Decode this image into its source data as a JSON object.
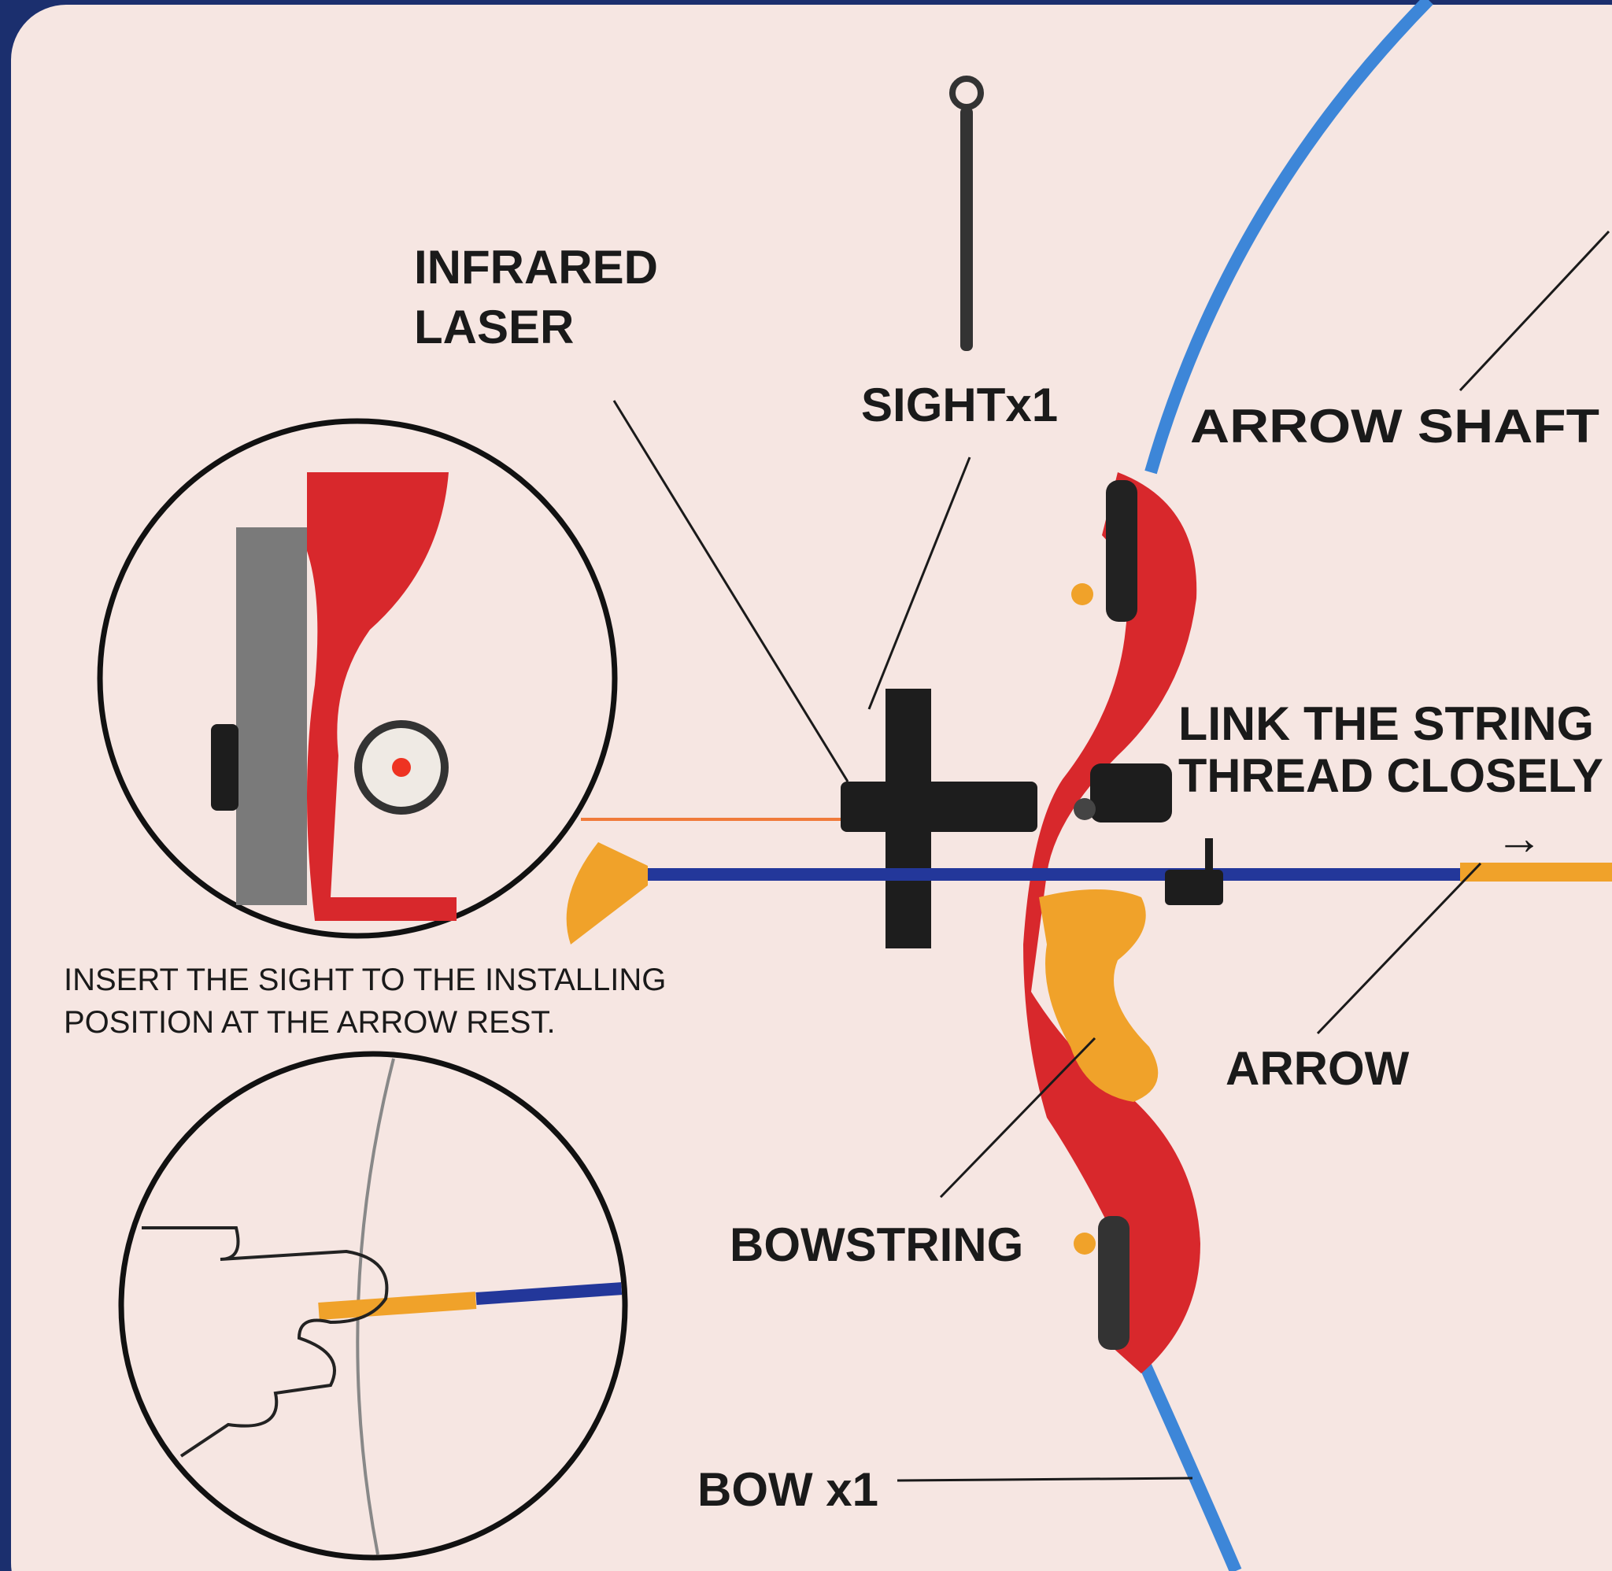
{
  "labels": {
    "infrared_line1": "INFRARED",
    "infrared_line2": "LASER",
    "sight": "SIGHTx1",
    "arrow_shaft": "ARROW SHAFT",
    "link_line1": "LINK THE STRING",
    "link_line2": "THREAD CLOSELY",
    "link_arrow": "→",
    "arrow": "ARROW",
    "bowstring": "BOWSTRING",
    "bow": "BOW x1"
  },
  "instruction": {
    "line1": "INSERT THE SIGHT TO THE INSTALLING",
    "line2": "POSITION AT THE ARROW REST."
  },
  "colors": {
    "panel": "#f6e6e2",
    "border": "#1b2f6e",
    "limb": "#3d86d8",
    "riser": "#d8282c",
    "grip": "#f0a22a",
    "shaft": "#23379a"
  }
}
